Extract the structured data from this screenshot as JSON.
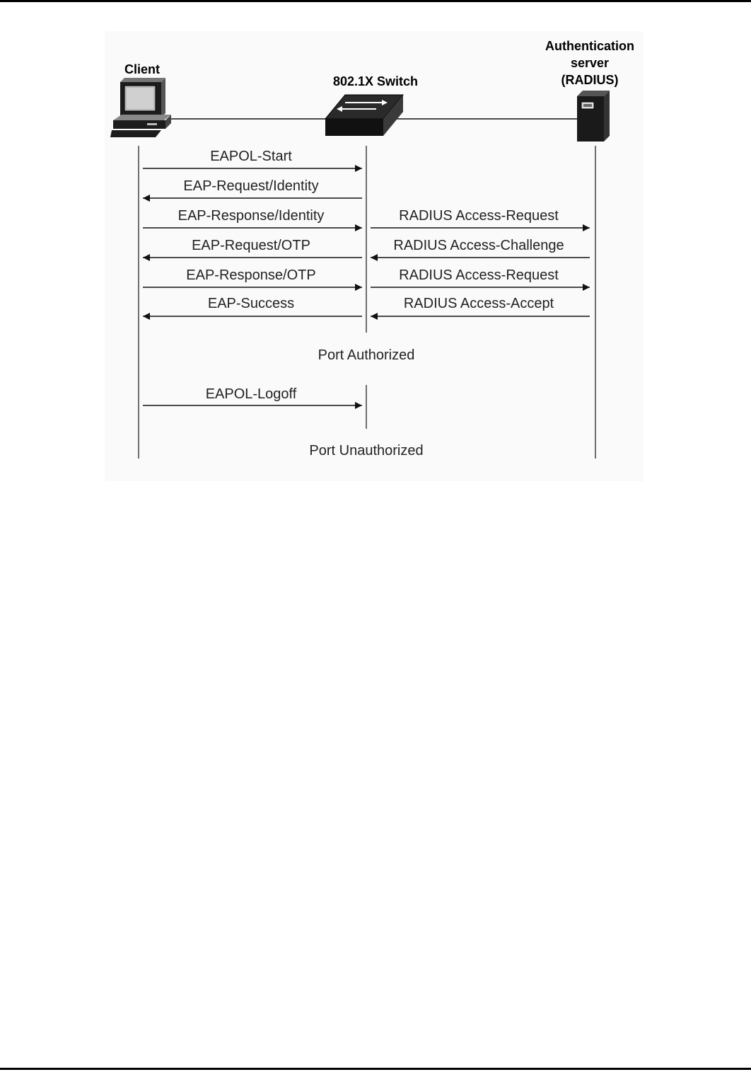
{
  "nodes": {
    "client": "Client",
    "switch": "802.1X Switch",
    "server": [
      "Authentication",
      "server",
      "(RADIUS)"
    ]
  },
  "messages_client_switch": [
    {
      "label": "EAPOL-Start",
      "direction": "right"
    },
    {
      "label": "EAP-Request/Identity",
      "direction": "left"
    },
    {
      "label": "EAP-Response/Identity",
      "direction": "right"
    },
    {
      "label": "EAP-Request/OTP",
      "direction": "left"
    },
    {
      "label": "EAP-Response/OTP",
      "direction": "right"
    },
    {
      "label": "EAP-Success",
      "direction": "left"
    }
  ],
  "messages_switch_server": [
    {
      "label": "RADIUS Access-Request",
      "direction": "right"
    },
    {
      "label": "RADIUS Access-Challenge",
      "direction": "left"
    },
    {
      "label": "RADIUS Access-Request",
      "direction": "right"
    },
    {
      "label": "RADIUS Access-Accept",
      "direction": "left"
    }
  ],
  "states": {
    "authorized": "Port Authorized",
    "logoff": "EAPOL-Logoff",
    "unauthorized": "Port Unauthorized"
  }
}
